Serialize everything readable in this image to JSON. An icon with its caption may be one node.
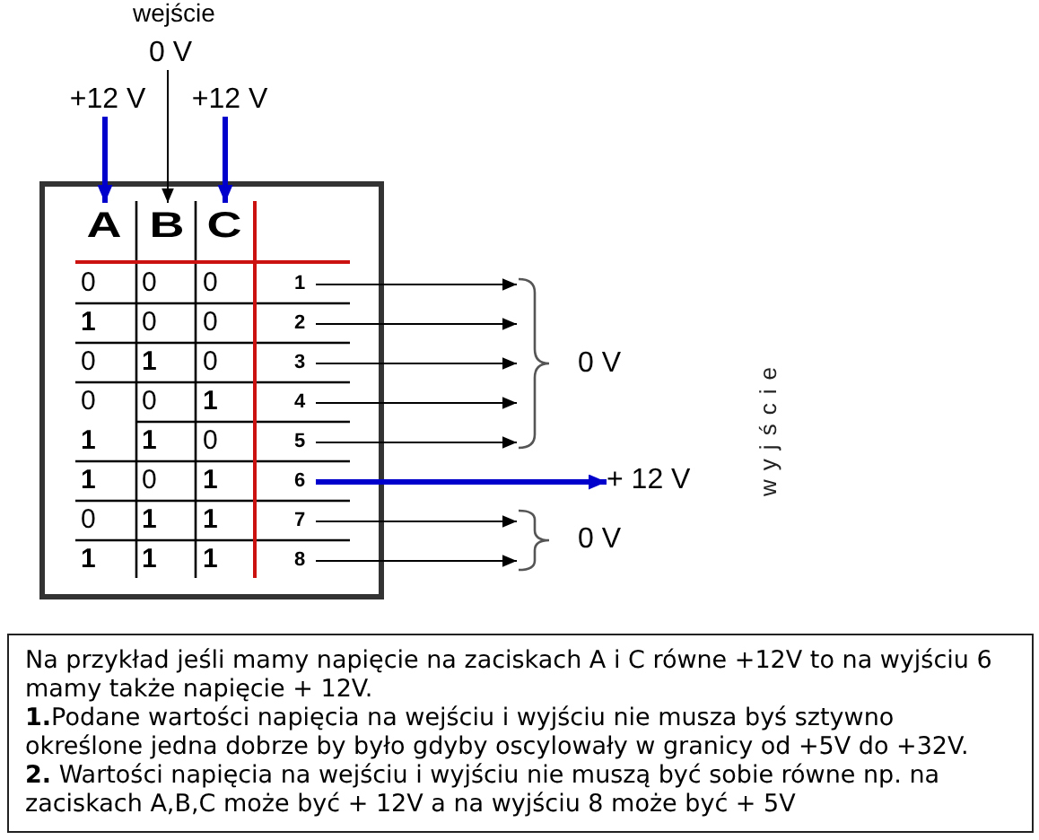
{
  "diagram": {
    "nodes": [
      {
        "text": [
          "0 V"
        ]
      },
      {
        "text": [
          "+12 V"
        ]
      },
      {
        "text": [
          "+12 V"
        ]
      },
      {
        "text": [],
        "shape": "box"
      },
      {
        "text": [
          "A"
        ],
        "in": 3
      },
      {
        "text": [
          "B"
        ],
        "in": 3
      },
      {
        "text": [
          "C"
        ],
        "in": 3
      },
      {
        "text": [
          "1"
        ],
        "in": 3
      },
      {
        "text": [
          "2"
        ],
        "in": 3
      },
      {
        "text": [
          "3"
        ],
        "in": 3
      },
      {
        "text": [
          "4"
        ],
        "in": 3
      },
      {
        "text": [
          "5"
        ],
        "in": 3
      },
      {
        "text": [
          "6"
        ],
        "in": 3
      },
      {
        "text": [
          "7"
        ],
        "in": 3
      },
      {
        "text": [
          "8"
        ],
        "in": 3
      },
      {
        "text": [],
        "shape": "brace",
        "beside": [
          "0 V"
        ]
      },
      {
        "text": [
          "+ 12 V"
        ]
      },
      {
        "text": [],
        "shape": "brace",
        "beside": [
          "0 V"
        ]
      },
      {
        "text": [
          "Na przykład jeśli mamy napięcie na zaciskach A i C równe +12V to na wyjściu 6 mamy także napięcie + 12V.",
          "**1.**Podane wartości napięcia na wejściu i wyjściu nie musza byś sztywno określone jedna dobrze by było gdyby oscylowały w granicy od +5V do +32V.",
          "**2.** Wartości napięcia na wejściu i wyjściu nie muszą być sobie równe np. na zaciskach A,B,C może być + 12V a na wyjściu 8 może być + 5V"
        ]
      }
    ],
    "edges": [
      {
        "from": 1,
        "to": 4,
        "arrow": "to",
        "style": "thick",
        "color": "#0000cc"
      },
      {
        "from": 0,
        "to": 5,
        "arrow": "to"
      },
      {
        "from": 2,
        "to": 6,
        "arrow": "to",
        "style": "thick",
        "color": "#0000cc"
      },
      {
        "from": 7,
        "to": 15,
        "arrow": "to"
      },
      {
        "from": 8,
        "to": 15,
        "arrow": "to"
      },
      {
        "from": 9,
        "to": 15,
        "arrow": "to"
      },
      {
        "from": 10,
        "to": 15,
        "arrow": "to"
      },
      {
        "from": 11,
        "to": 15,
        "arrow": "to"
      },
      {
        "from": 12,
        "to": 16,
        "arrow": "to",
        "style": "thick",
        "color": "#0000cc"
      },
      {
        "from": 13,
        "to": 17,
        "arrow": "to"
      },
      {
        "from": 14,
        "to": 17,
        "arrow": "to"
      }
    ],
    "labels": [
      "wejście",
      "0",
      "0",
      "0",
      "1",
      "0",
      "0",
      "0",
      "1",
      "0",
      "0",
      "0",
      "1",
      "1",
      "1",
      "0",
      "1",
      "0",
      "1",
      "0",
      "1",
      "1",
      "1",
      "1",
      "1",
      "wyjście"
    ]
  }
}
